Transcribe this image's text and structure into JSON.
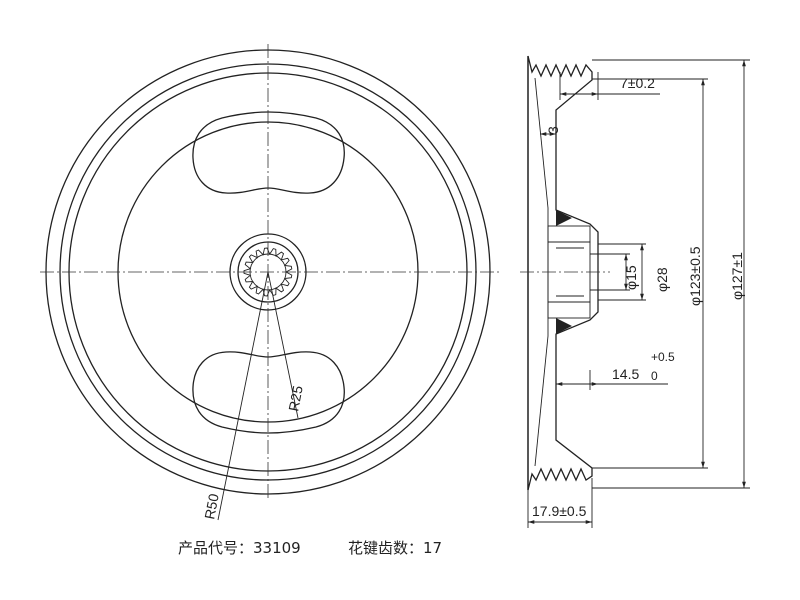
{
  "dimensions": {
    "r_large": "R50",
    "r_small": "R25",
    "d127": "φ127±1",
    "d123": "φ123±0.5",
    "d28": "φ28",
    "d15": "φ15",
    "w7": "7±0.2",
    "w3": "3",
    "w14_5": "14.5",
    "w14_5_upper": "+0.5",
    "w14_5_lower": "0",
    "w17_9": "17.9±0.5"
  },
  "caption": {
    "product_code": "产品代号：33109",
    "spline_teeth": "花键齿数：17"
  },
  "spline": {
    "teeth": 17
  },
  "colors": {
    "line": "#222222",
    "background": "#ffffff"
  }
}
